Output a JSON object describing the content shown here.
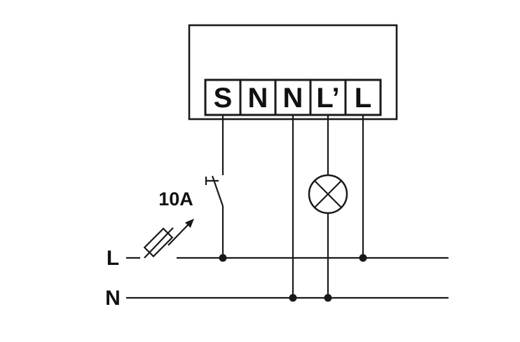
{
  "diagram": {
    "device": {
      "terminals": [
        "S",
        "N",
        "N",
        "L’",
        "L"
      ]
    },
    "breaker": {
      "rating_label": "10A"
    },
    "supply_lines": {
      "live_label": "L",
      "neutral_label": "N"
    },
    "icons": {
      "lamp_icon": "circle-with-diagonal-cross (lamp symbol)",
      "breaker_icon": "tilted rectangle on blade with trip arrow (circuit breaker)",
      "switch_icon": "normally-open switch contact on S wire",
      "junction_dot": "filled circle (wire junction)"
    },
    "colors": {
      "stroke": "#1a1a1a",
      "background": "#ffffff"
    }
  }
}
